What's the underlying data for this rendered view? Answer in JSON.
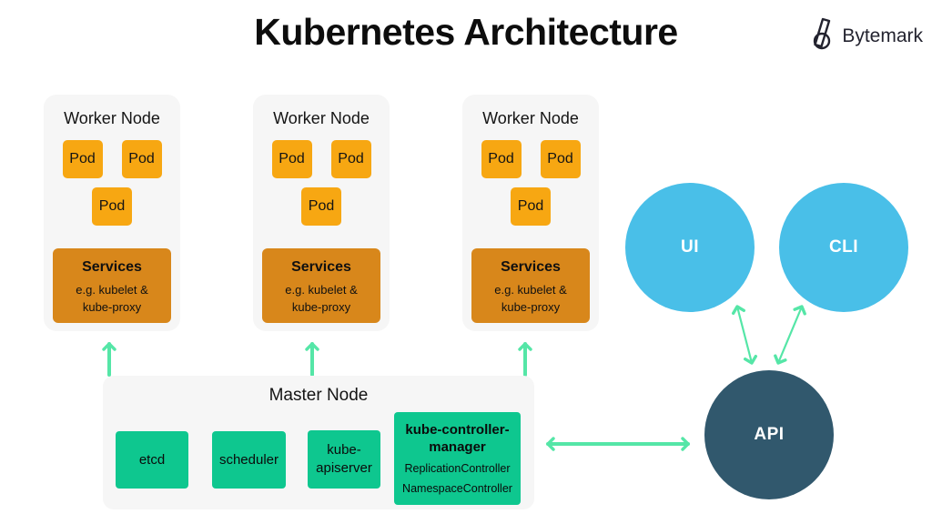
{
  "page": {
    "title": "Kubernetes Architecture"
  },
  "brand": {
    "name": "Bytemark",
    "color": "#23232f"
  },
  "colors": {
    "pod": "#f7a712",
    "services": "#d8871b",
    "master_component": "#0ec78f",
    "client_circle": "#49bfe8",
    "api_circle": "#31586d",
    "arrow": "#55e6a7",
    "node_background": "#f6f6f6"
  },
  "workers": [
    {
      "title": "Worker Node",
      "pods": [
        "Pod",
        "Pod",
        "Pod"
      ],
      "services": {
        "title": "Services",
        "subtitle": "e.g. kubelet & kube-proxy"
      }
    },
    {
      "title": "Worker Node",
      "pods": [
        "Pod",
        "Pod",
        "Pod"
      ],
      "services": {
        "title": "Services",
        "subtitle": "e.g. kubelet & kube-proxy"
      }
    },
    {
      "title": "Worker Node",
      "pods": [
        "Pod",
        "Pod",
        "Pod"
      ],
      "services": {
        "title": "Services",
        "subtitle": "e.g. kubelet & kube-proxy"
      }
    }
  ],
  "master": {
    "title": "Master Node",
    "components": [
      {
        "label": "etcd"
      },
      {
        "label": "scheduler"
      },
      {
        "label": "kube-apiserver"
      },
      {
        "label": "kube-controller-manager",
        "sublabels": [
          "ReplicationController",
          "NamespaceController"
        ]
      }
    ]
  },
  "clients": [
    {
      "label": "UI"
    },
    {
      "label": "CLI"
    }
  ],
  "api": {
    "label": "API"
  },
  "connections": [
    {
      "from": "master-node",
      "to": "worker-node-1",
      "direction": "up"
    },
    {
      "from": "master-node",
      "to": "worker-node-2",
      "direction": "up"
    },
    {
      "from": "master-node",
      "to": "worker-node-3",
      "direction": "up"
    },
    {
      "from": "master-node",
      "to": "api",
      "direction": "both"
    },
    {
      "from": "api",
      "to": "ui",
      "direction": "both"
    },
    {
      "from": "api",
      "to": "cli",
      "direction": "both"
    }
  ]
}
